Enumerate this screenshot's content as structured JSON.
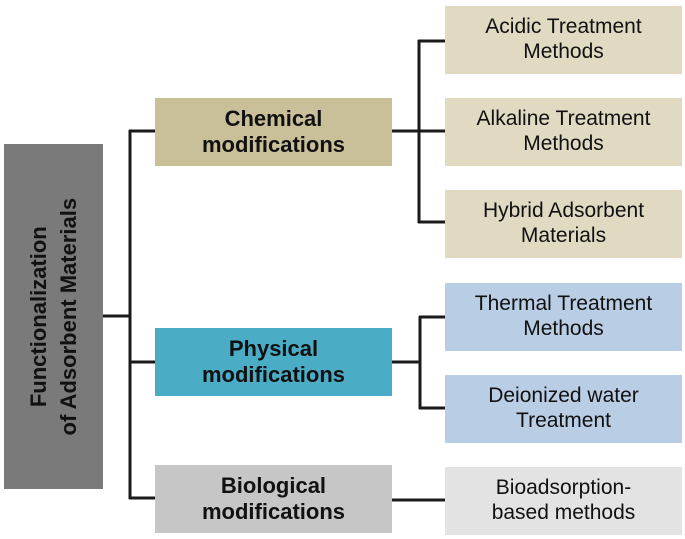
{
  "root": {
    "line1": "Functionalization",
    "line2": "of  Adsorbent Materials"
  },
  "categories": [
    {
      "line1": "Chemical",
      "line2": "modifications"
    },
    {
      "line1": "Physical",
      "line2": "modifications"
    },
    {
      "line1": "Biological",
      "line2": "modifications"
    }
  ],
  "methods": [
    {
      "line1": "Acidic Treatment",
      "line2": "Methods"
    },
    {
      "line1": "Alkaline Treatment",
      "line2": "Methods"
    },
    {
      "line1": "Hybrid Adsorbent",
      "line2": "Materials"
    },
    {
      "line1": "Thermal Treatment",
      "line2": "Methods"
    },
    {
      "line1": "Deionized water",
      "line2": "Treatment"
    },
    {
      "line1": "Bioadsorption-",
      "line2": "based methods"
    }
  ],
  "colors": {
    "root": "#7a7a7a",
    "chemical": "#c9c09a",
    "physical": "#4bacc6",
    "biological": "#c6c6c6",
    "chemical_leaf": "#e0dac3",
    "physical_leaf": "#b9cde5",
    "biological_leaf": "#e3e3e3",
    "connector": "#1a1a1a"
  }
}
